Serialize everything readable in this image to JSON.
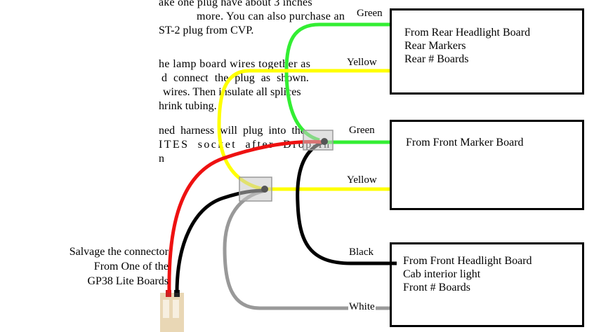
{
  "paragraphs": [
    {
      "lines": [
        "ake one plug have about 3 inches",
        "more. You can also purchase an",
        "ST-2 plug from CVP."
      ]
    },
    {
      "lines": [
        "he lamp board wires together as",
        "d connect the plug as shown.",
        "wires. Then insulate all splices",
        "hrink tubing."
      ]
    },
    {
      "lines": [
        "ned harness will plug into the",
        "ITES socket after Drop-In",
        "n"
      ]
    }
  ],
  "boxes": {
    "rear": {
      "lines": [
        "From Rear Headlight Board",
        "Rear Markers",
        "Rear # Boards"
      ]
    },
    "front_marker": {
      "lines": [
        "From Front Marker Board"
      ]
    },
    "front_headlight": {
      "lines": [
        "From Front Headlight Board",
        "Cab interior light",
        "Front # Boards"
      ]
    }
  },
  "wire_labels": {
    "green_top": "Green",
    "yellow_top": "Yellow",
    "green_mid": "Green",
    "yellow_mid": "Yellow",
    "black": "Black",
    "white": "White"
  },
  "salvage_note": [
    "Salvage the connector",
    "From One of the",
    "GP38 Lite Boards"
  ],
  "wire_colors": {
    "green": "#33ee33",
    "yellow": "#ffff00",
    "red": "#ee1111",
    "black": "#000000",
    "gray": "#999999"
  }
}
